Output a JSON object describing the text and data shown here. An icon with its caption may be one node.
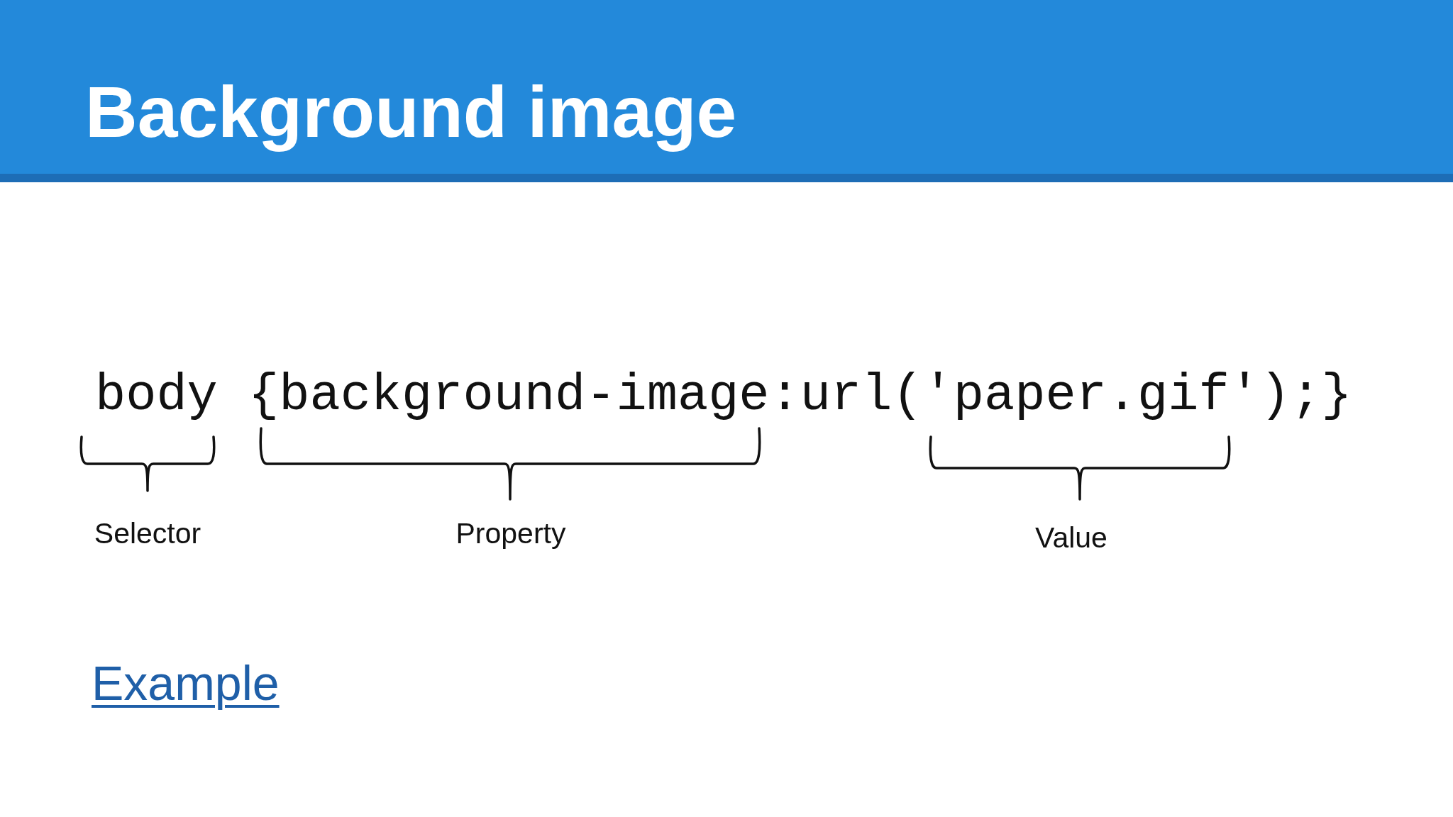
{
  "diagram": {
    "title": "Background image",
    "labels": [
      "body {background-image:url('paper.gif');}",
      "Selector",
      "Property",
      "Value",
      "Example"
    ]
  }
}
